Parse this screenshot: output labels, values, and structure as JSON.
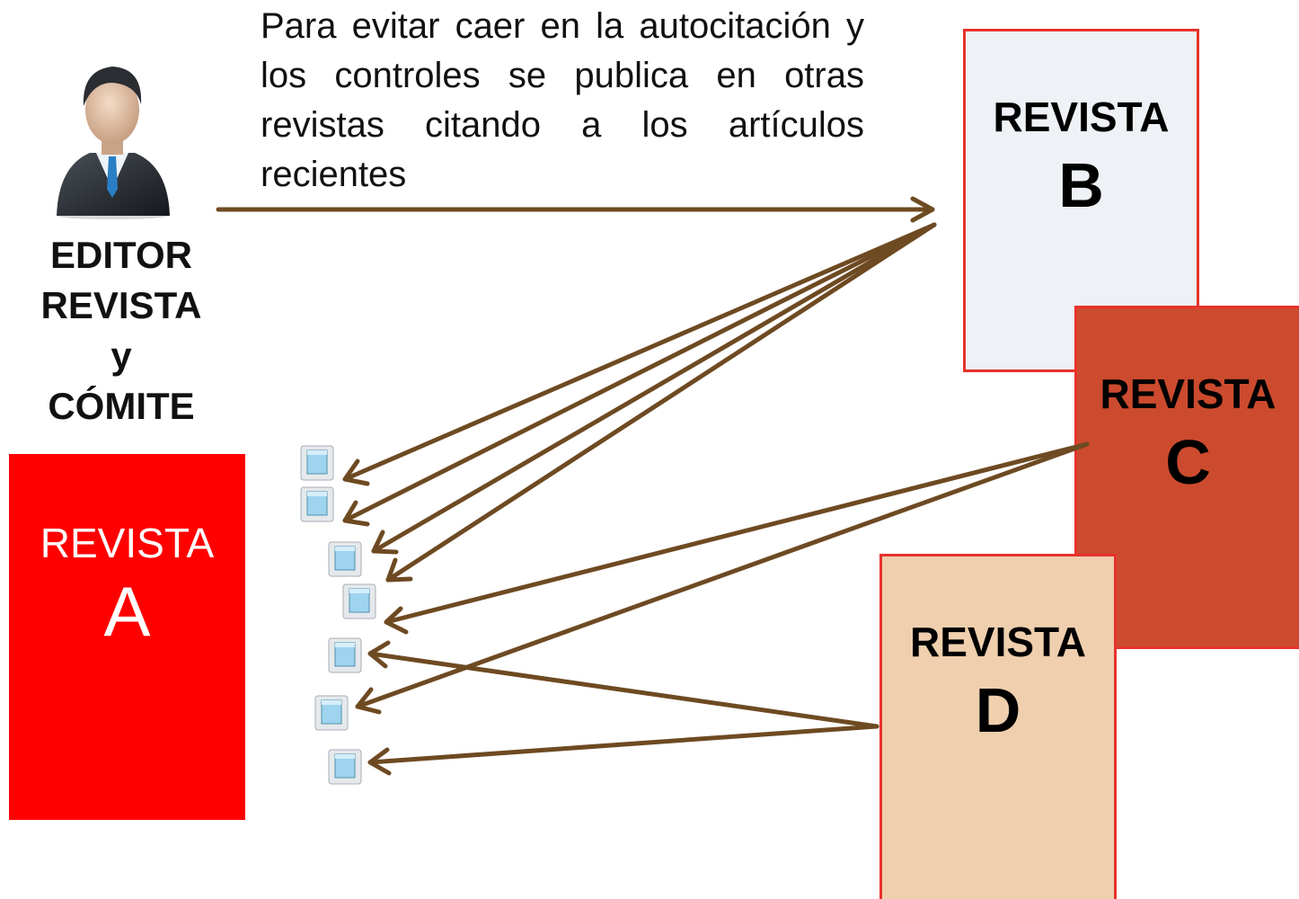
{
  "caption": "Para evitar caer en la autocitación y los controles se publica en otras revistas citando a los artículos recientes",
  "editor": {
    "icon": "businessman-icon",
    "line1": "EDITOR",
    "line2": "REVISTA",
    "line3": "y",
    "line4": "CÓMITE"
  },
  "journals": {
    "a": {
      "label": "REVISTA",
      "letter": "A",
      "color": "#ff0000"
    },
    "b": {
      "label": "REVISTA",
      "letter": "B",
      "color": "#eef1f5"
    },
    "c": {
      "label": "REVISTA",
      "letter": "C",
      "color": "#cc4b2e"
    },
    "d": {
      "label": "REVISTA",
      "letter": "D",
      "color": "#efcfae"
    }
  },
  "article_icon": "document-icon",
  "colors": {
    "arrow": "#6e4a22",
    "journal_border": "#e8322c"
  }
}
